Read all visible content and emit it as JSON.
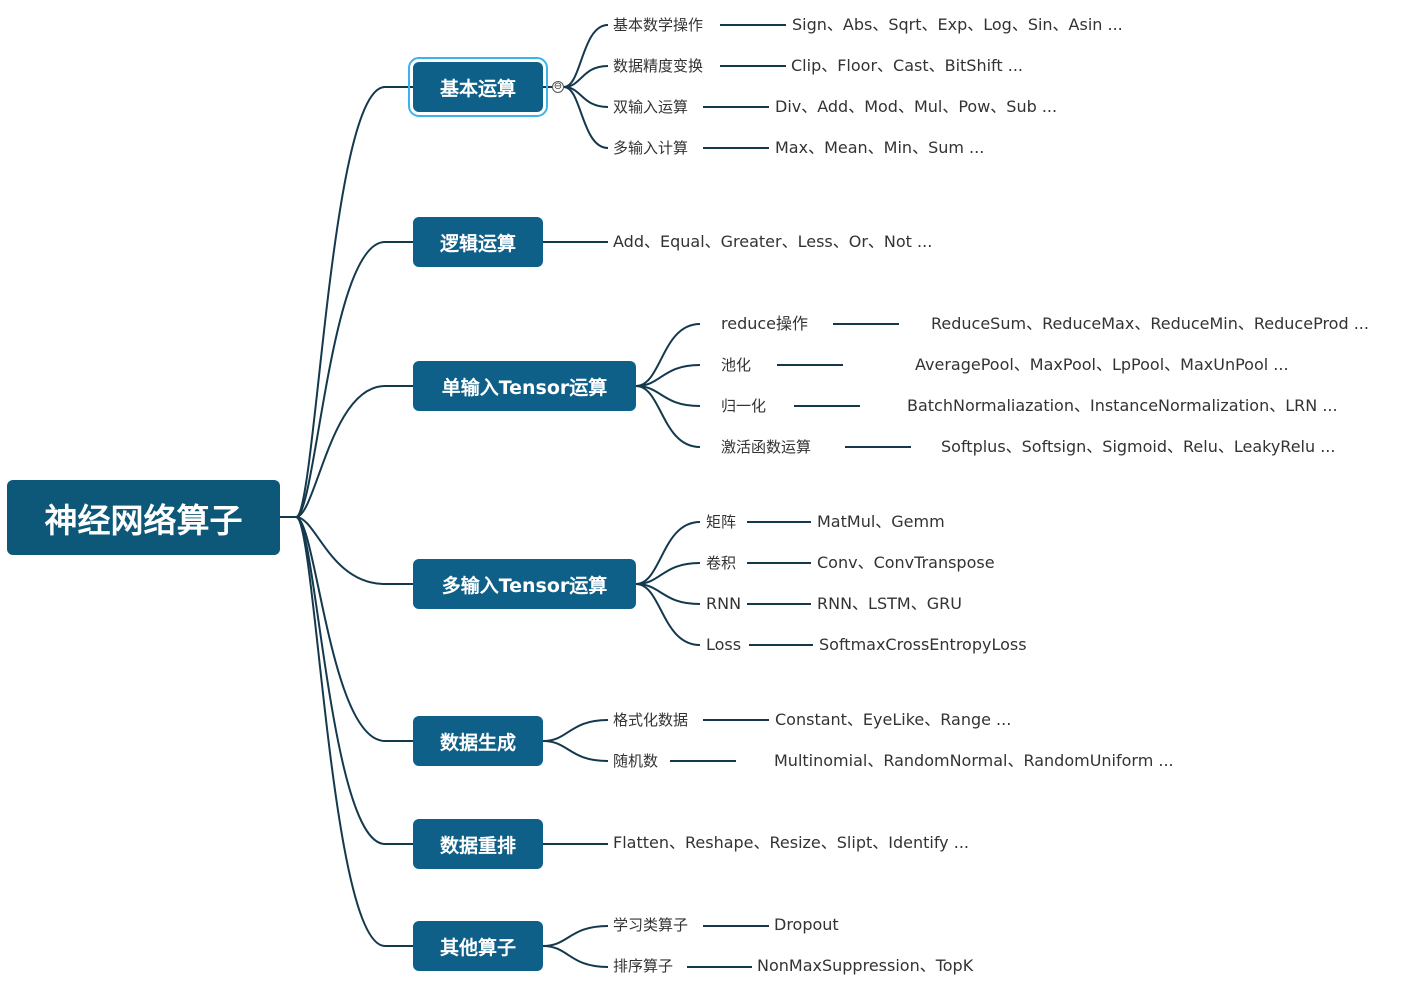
{
  "colors": {
    "node": "#0f6088",
    "root": "#0d5778",
    "line": "#14394d",
    "selected_outline": "#3ab4ec",
    "text": "#333333"
  },
  "root": {
    "label": "神经网络算子"
  },
  "collapse_icon": "⊖",
  "branches": [
    {
      "label": "基本运算",
      "items": [
        {
          "label": "基本数学操作",
          "value": "Sign、Abs、Sqrt、Exp、Log、Sin、Asin ..."
        },
        {
          "label": "数据精度变换",
          "value": "Clip、Floor、Cast、BitShift ..."
        },
        {
          "label": "双输入运算",
          "value": "Div、Add、Mod、Mul、Pow、Sub ..."
        },
        {
          "label": "多输入计算",
          "value": "Max、Mean、Min、Sum ..."
        }
      ]
    },
    {
      "label": "逻辑运算",
      "value": "Add、Equal、Greater、Less、Or、Not ..."
    },
    {
      "label": "单输入Tensor运算",
      "items": [
        {
          "label": "reduce操作",
          "value": "ReduceSum、ReduceMax、ReduceMin、ReduceProd ..."
        },
        {
          "label": "池化",
          "value": "AveragePool、MaxPool、LpPool、MaxUnPool ..."
        },
        {
          "label": "归一化",
          "value": "BatchNormaliazation、InstanceNormalization、LRN ..."
        },
        {
          "label": "激活函数运算",
          "value": "Softplus、Softsign、Sigmoid、Relu、LeakyRelu ..."
        }
      ]
    },
    {
      "label": "多输入Tensor运算",
      "items": [
        {
          "label": "矩阵",
          "value": "MatMul、Gemm"
        },
        {
          "label": "卷积",
          "value": "Conv、ConvTranspose"
        },
        {
          "label": "RNN",
          "value": "RNN、LSTM、GRU"
        },
        {
          "label": "Loss",
          "value": "SoftmaxCrossEntropyLoss"
        }
      ]
    },
    {
      "label": "数据生成",
      "items": [
        {
          "label": "格式化数据",
          "value": "Constant、EyeLike、Range ..."
        },
        {
          "label": "随机数",
          "value": "Multinomial、RandomNormal、RandomUniform ..."
        }
      ]
    },
    {
      "label": "数据重排",
      "value": "Flatten、Reshape、Resize、Slipt、Identify ..."
    },
    {
      "label": "其他算子",
      "items": [
        {
          "label": "学习类算子",
          "value": "Dropout"
        },
        {
          "label": "排序算子",
          "value": "NonMaxSuppression、TopK"
        }
      ]
    }
  ]
}
